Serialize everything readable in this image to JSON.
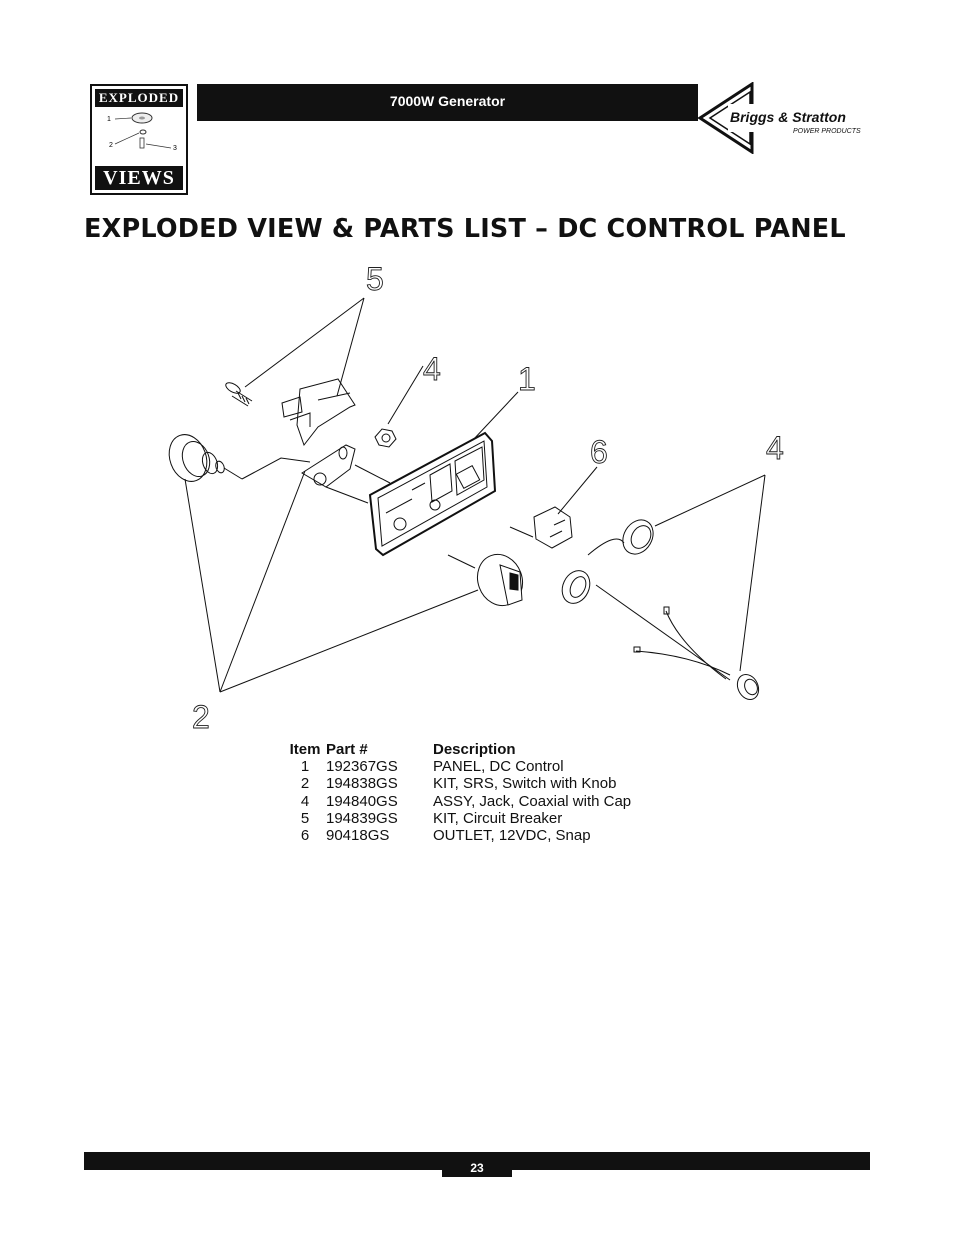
{
  "badge": {
    "top_text": "EXPLODED",
    "bottom_text": "VIEWS",
    "callouts": [
      "1",
      "2",
      "3"
    ]
  },
  "header": {
    "title": "7000W Generator"
  },
  "logo": {
    "brand": "Briggs & Stratton",
    "sub": "POWER PRODUCTS"
  },
  "page_title": "EXPLODED VIEW & PARTS LIST – DC CONTROL PANEL",
  "diagram": {
    "callouts": [
      {
        "label": "5"
      },
      {
        "label": "4"
      },
      {
        "label": "1"
      },
      {
        "label": "6"
      },
      {
        "label": "4"
      },
      {
        "label": "2"
      }
    ]
  },
  "parts_list": {
    "headers": {
      "item": "Item",
      "part": "Part #",
      "description": "Description"
    },
    "rows": [
      {
        "item": "1",
        "part": "192367GS",
        "description": "PANEL, DC Control"
      },
      {
        "item": "2",
        "part": "194838GS",
        "description": "KIT, SRS, Switch with Knob"
      },
      {
        "item": "4",
        "part": "194840GS",
        "description": "ASSY, Jack, Coaxial with Cap"
      },
      {
        "item": "5",
        "part": "194839GS",
        "description": "KIT, Circuit Breaker"
      },
      {
        "item": "6",
        "part": "90418GS",
        "description": "OUTLET, 12VDC, Snap"
      }
    ]
  },
  "footer": {
    "page_number": "23"
  }
}
